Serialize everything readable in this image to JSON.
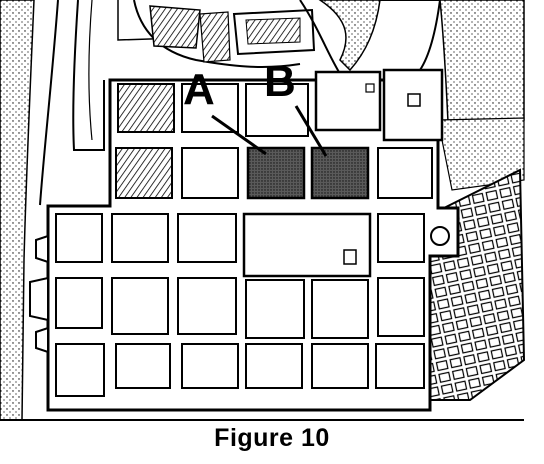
{
  "figure": {
    "callouts": {
      "a": "A",
      "b": "B"
    },
    "caption": "Figure 10"
  },
  "colors": {
    "ink": "#000000",
    "paper": "#ffffff",
    "highlight": "#555555"
  }
}
